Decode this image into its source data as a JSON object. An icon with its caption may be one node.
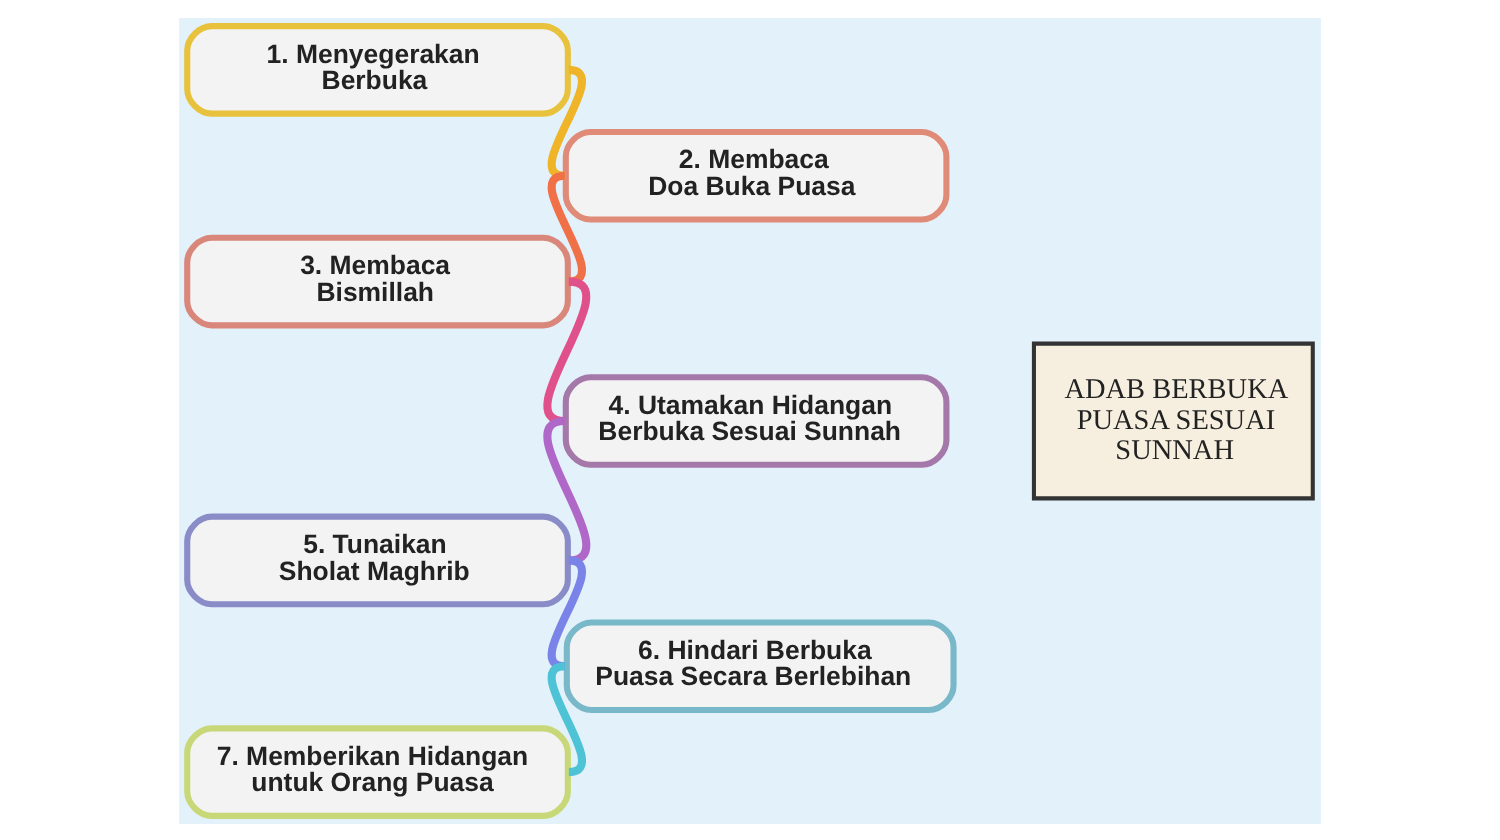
{
  "diagram": {
    "nodes": [
      {
        "text": [
          "1. Menyegerakan Berbuka"
        ]
      },
      {
        "text": [
          "2. Membaca Doa Buka Puasa"
        ]
      },
      {
        "text": [
          "3. Membaca Bismillah"
        ]
      },
      {
        "text": [
          "4. Utamakan Hidangan Berbuka Sesuai Sunnah"
        ]
      },
      {
        "text": [
          "5. Tunaikan Sholat Maghrib"
        ]
      },
      {
        "text": [
          "6. Hindari Berbuka Puasa Secara Berlebihan"
        ]
      },
      {
        "text": [
          "7. Memberikan Hidangan untuk Orang Puasa"
        ]
      },
      {
        "text": [
          "ADAB BERBUKA PUASA SESUAI SUNNAH"
        ]
      }
    ],
    "edges": [
      {
        "from": 0,
        "to": 1,
        "arrow": "none",
        "color": "#f0b429"
      },
      {
        "from": 1,
        "to": 2,
        "arrow": "none",
        "color": "#f07048"
      },
      {
        "from": 2,
        "to": 3,
        "arrow": "none",
        "color": "#e0508a"
      },
      {
        "from": 3,
        "to": 4,
        "arrow": "none",
        "color": "#b068c8"
      },
      {
        "from": 4,
        "to": 5,
        "arrow": "none",
        "color": "#7a84e8"
      },
      {
        "from": 5,
        "to": 6,
        "arrow": "none",
        "color": "#4fc3d6"
      }
    ]
  }
}
